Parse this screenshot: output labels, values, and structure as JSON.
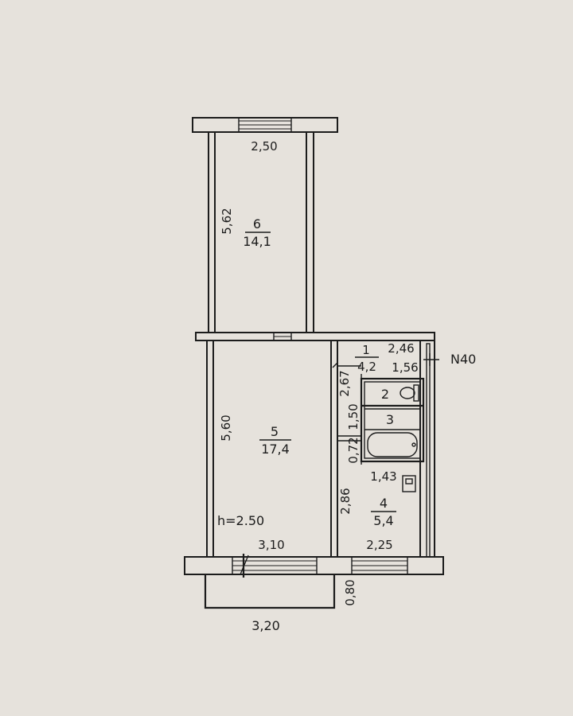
{
  "rooms": [
    {
      "number": "6",
      "area": "14,1"
    },
    {
      "number": "5",
      "area": "17,4"
    },
    {
      "number": "1",
      "area": "4,2"
    },
    {
      "number": "2",
      "area": ""
    },
    {
      "number": "3",
      "area": ""
    },
    {
      "number": "4",
      "area": "5,4"
    }
  ],
  "dimensions": {
    "room6_width": "2,50",
    "room6_length": "5,62",
    "room5_length": "5,60",
    "room5_width": "3,10",
    "hall_width": "2,46",
    "hall_inner": "1,56",
    "hall_length": "2,67",
    "bath_length": "1,50",
    "bath_gap": "0,72",
    "kitchen_inner": "1,43",
    "kitchen_length": "2,86",
    "kitchen_width": "2,25",
    "balcony_width": "3,20",
    "balcony_depth": "0,80"
  },
  "annotations": {
    "ceiling_height": "h=2.50",
    "apartment_number": "N40"
  }
}
